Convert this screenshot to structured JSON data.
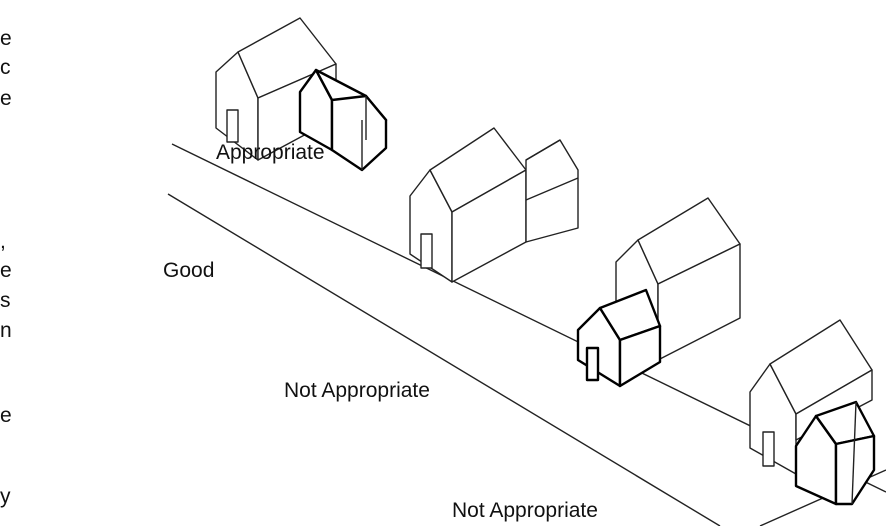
{
  "labels": {
    "appropriate": "Appropriate",
    "good": "Good",
    "not_appropriate_1": "Not Appropriate",
    "not_appropriate_2": "Not Appropriate"
  },
  "left_edge_text": [
    "e",
    "c",
    "e",
    ",",
    "e",
    "s",
    "n",
    "e",
    "y"
  ]
}
